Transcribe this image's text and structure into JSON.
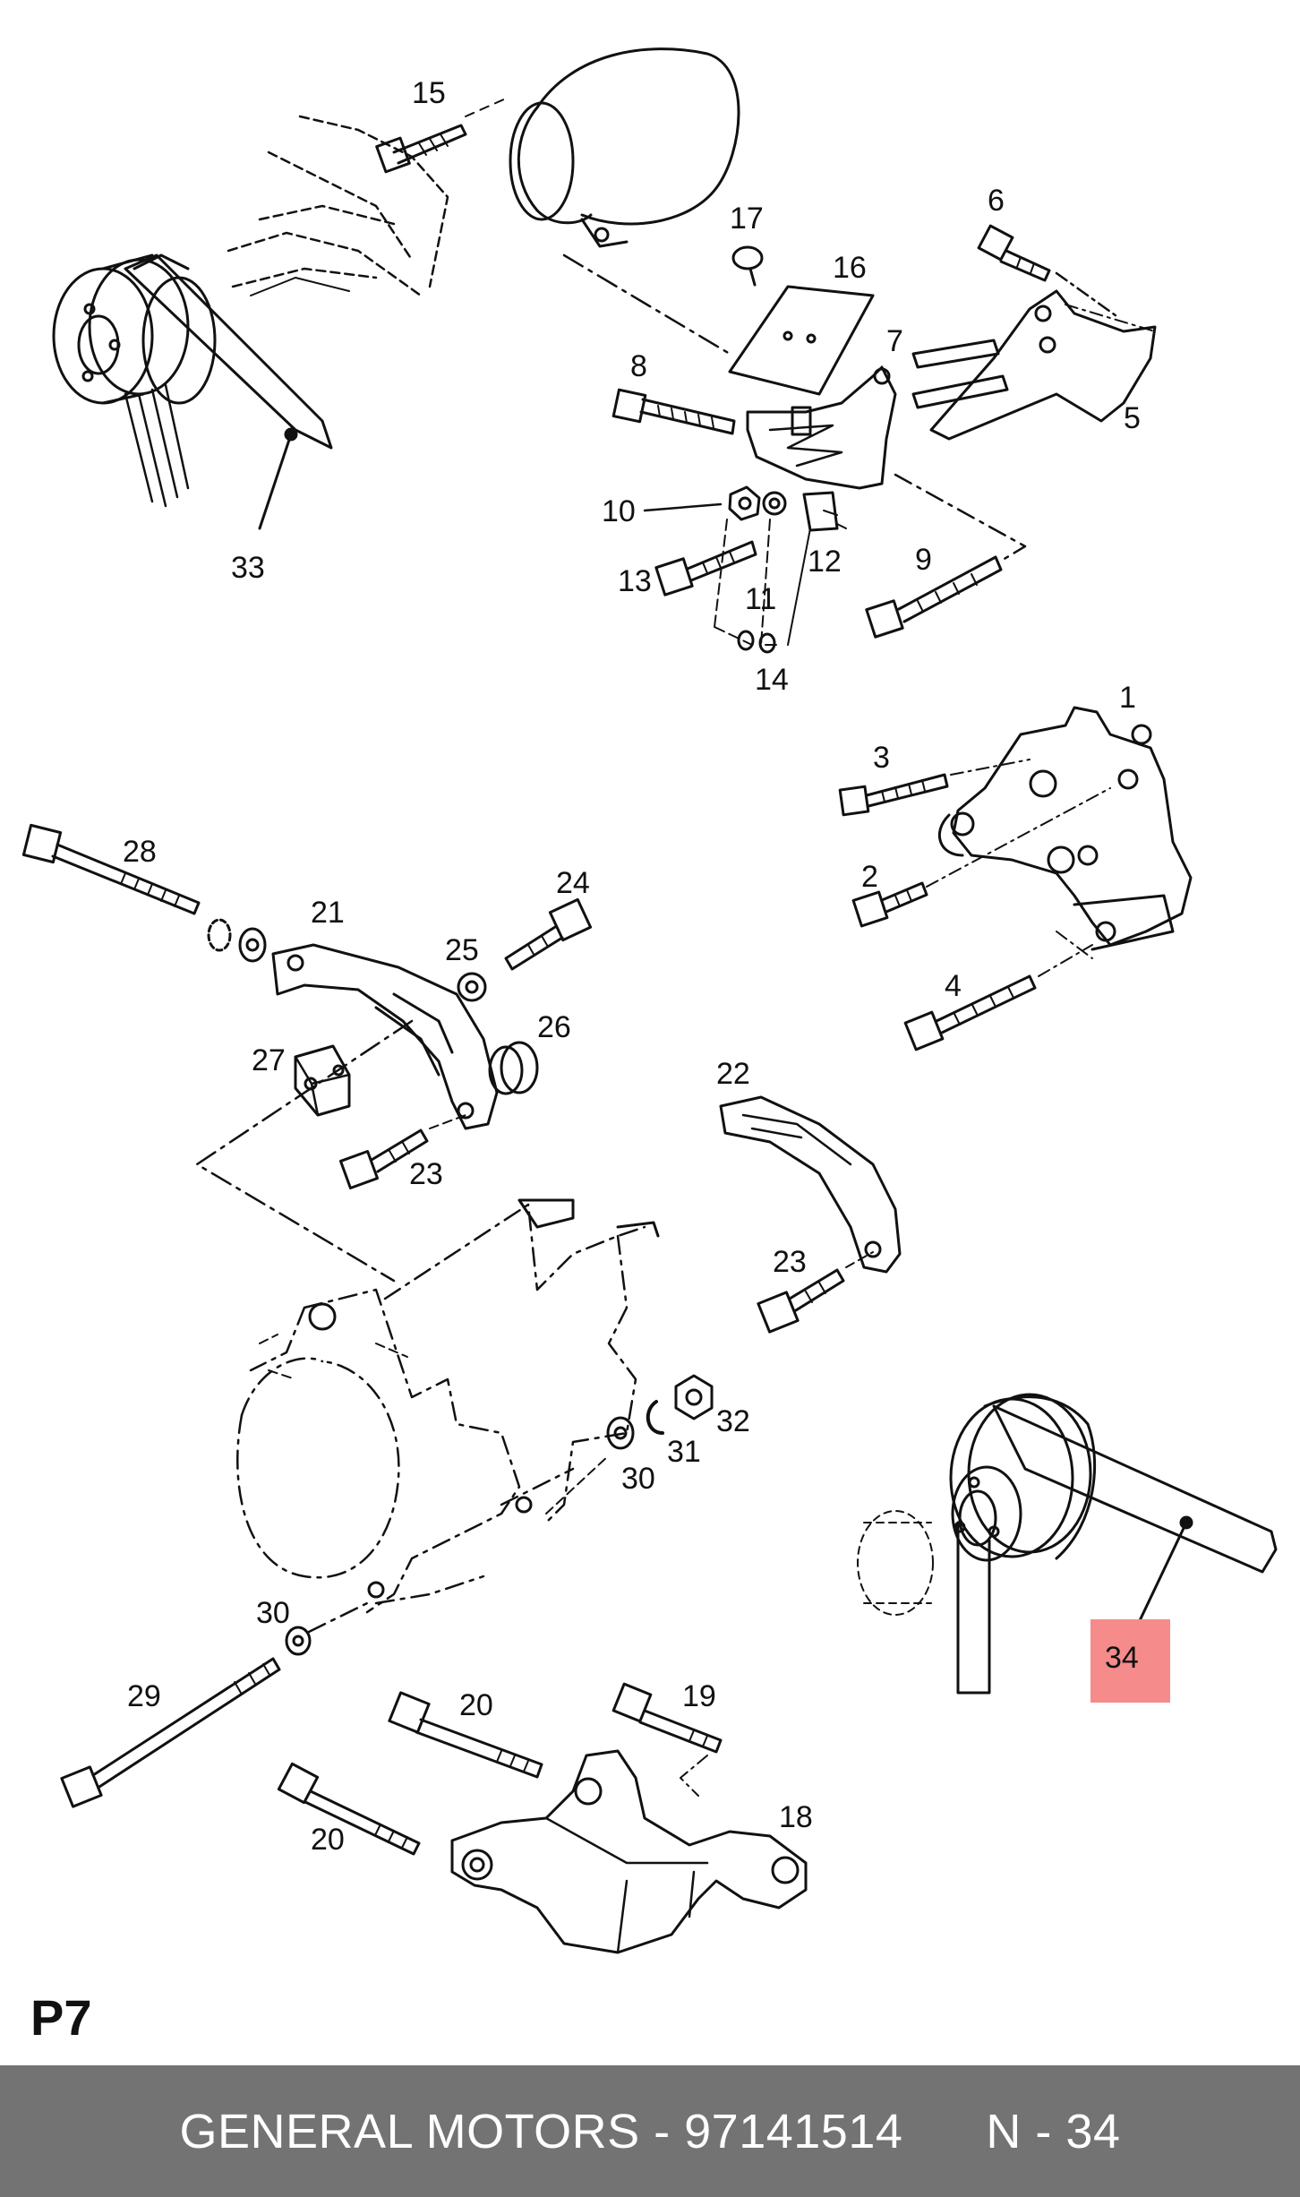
{
  "diagram": {
    "page_code": "P7",
    "highlighted_part": "34",
    "highlight_color": "#f58b8b",
    "callouts": [
      "1",
      "2",
      "3",
      "4",
      "5",
      "6",
      "7",
      "8",
      "9",
      "10",
      "11",
      "12",
      "13",
      "14",
      "15",
      "16",
      "17",
      "18",
      "19",
      "20",
      "20",
      "21",
      "22",
      "23",
      "23",
      "24",
      "25",
      "26",
      "27",
      "28",
      "29",
      "30",
      "30",
      "31",
      "32",
      "33",
      "34"
    ]
  },
  "footer": {
    "brand": "GENERAL MOTORS",
    "separator": "-",
    "part_number": "97141514",
    "ref": "N - 34",
    "background": "#737373"
  }
}
